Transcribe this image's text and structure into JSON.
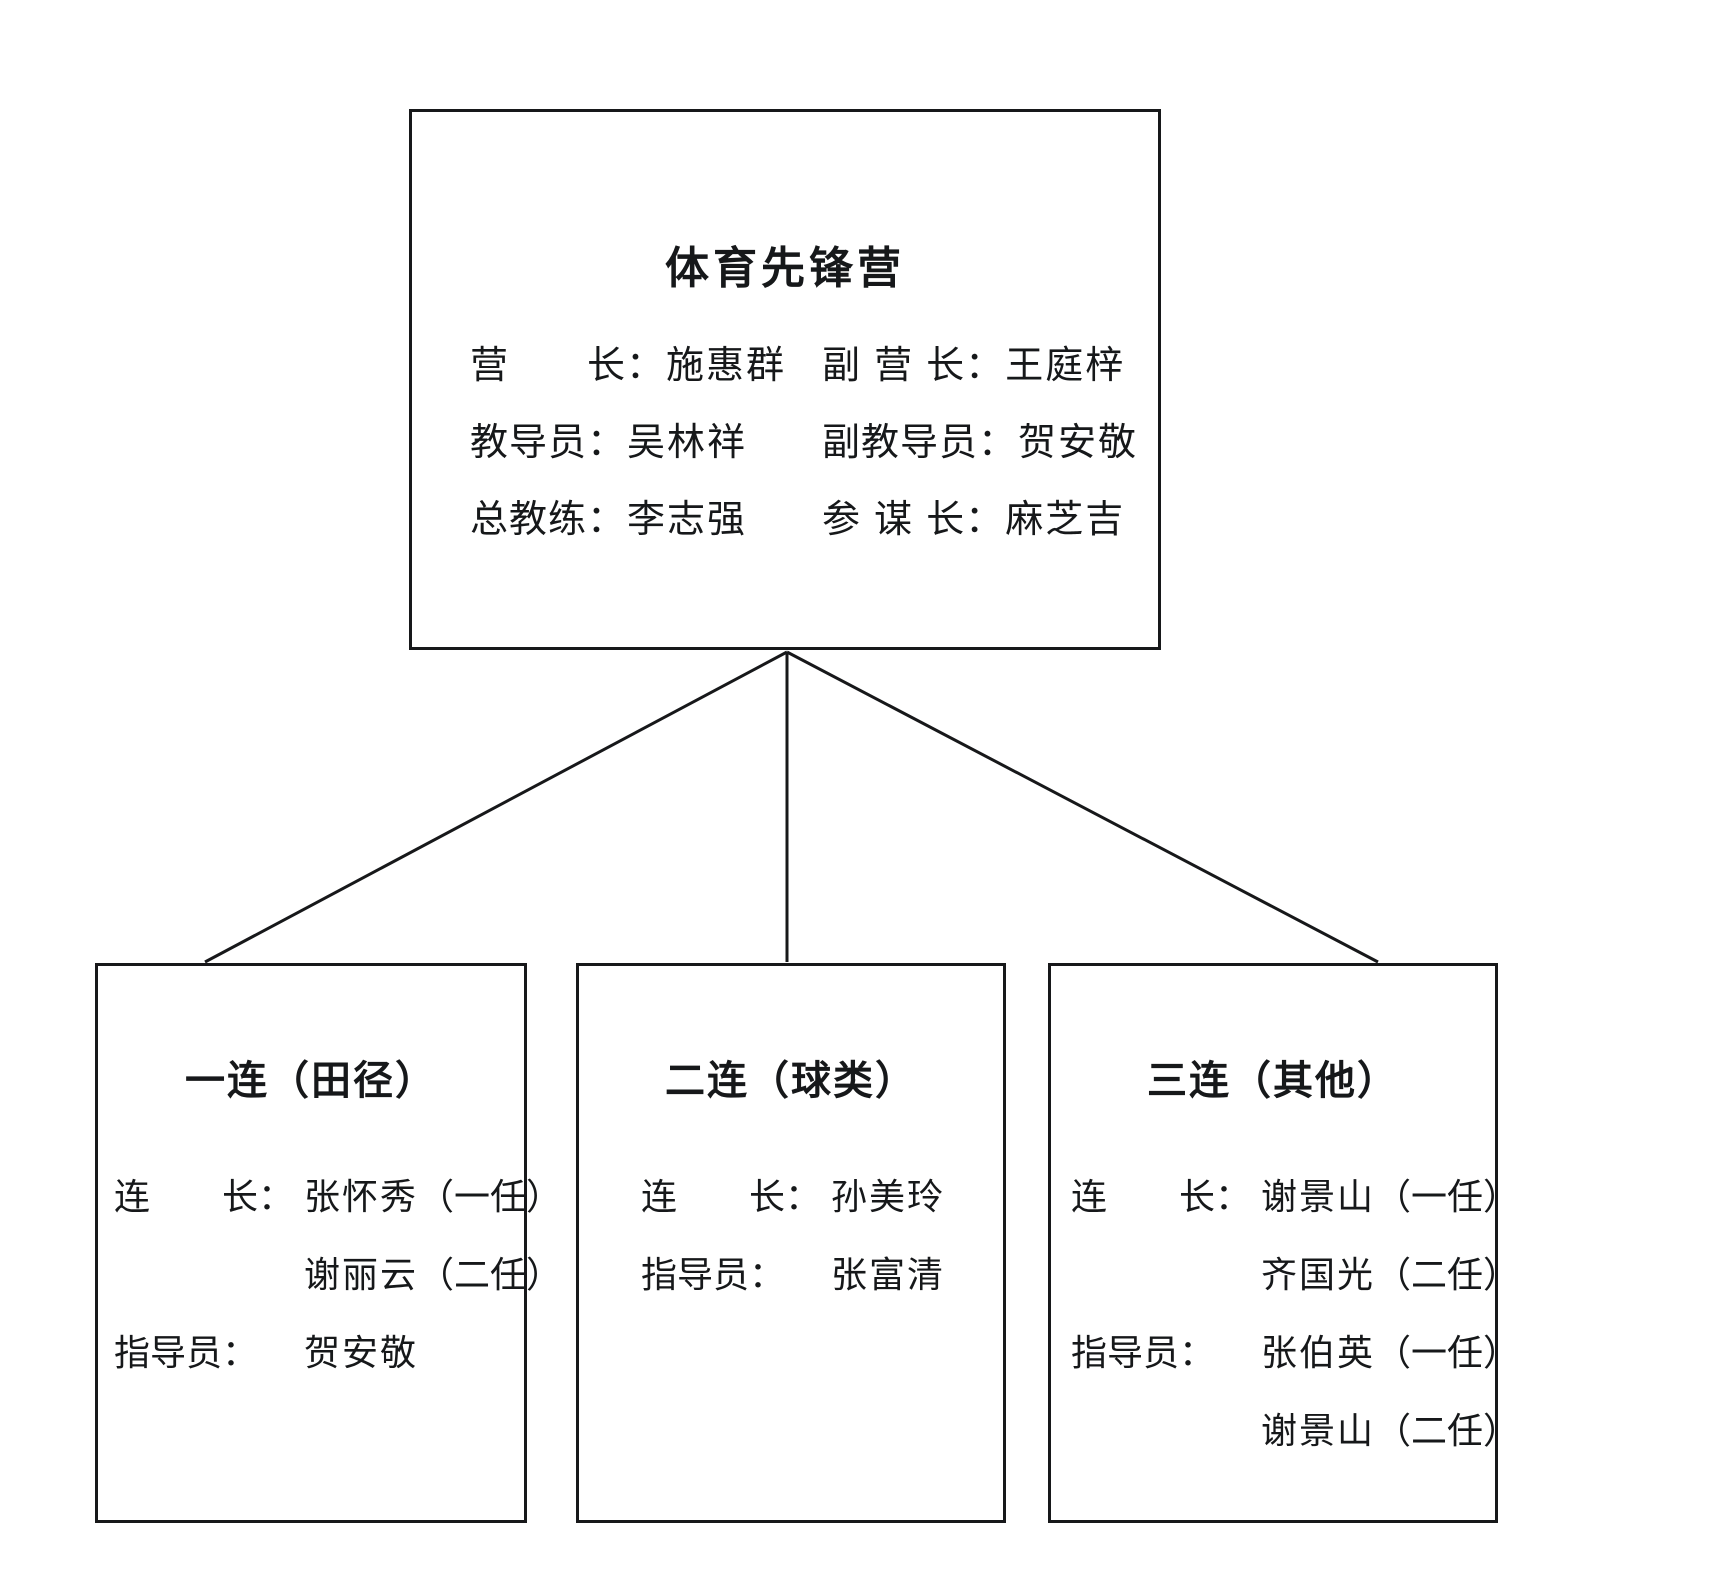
{
  "chart": {
    "type": "org-chart",
    "title": "体育先锋营组织结构图"
  },
  "root": {
    "title": "体育先锋营",
    "rows": [
      {
        "left": {
          "role": "营　　长",
          "colon": "：",
          "name": "施惠群"
        },
        "right": {
          "role": "副 营 长",
          "colon": "：",
          "name": "王庭梓"
        }
      },
      {
        "left": {
          "role": "教导员",
          "colon": "：",
          "name": "吴林祥"
        },
        "right": {
          "role": "副教导员",
          "colon": "：",
          "name": "贺安敬"
        }
      },
      {
        "left": {
          "role": "总教练",
          "colon": "：",
          "name": "李志强"
        },
        "right": {
          "role": "参 谋 长",
          "colon": "：",
          "name": "麻芝吉"
        }
      }
    ]
  },
  "companies": [
    {
      "id": "company-1",
      "title": "一连（田径）",
      "rows": [
        {
          "role": "连　　长",
          "colon": "：",
          "name": "张怀秀",
          "term": "（一任）"
        },
        {
          "role": "",
          "colon": "",
          "name": "谢丽云",
          "term": "（二任）"
        },
        {
          "role": "指导员",
          "colon": "：",
          "name": "贺安敬",
          "term": ""
        }
      ]
    },
    {
      "id": "company-2",
      "title": "二连（球类）",
      "rows": [
        {
          "role": "连　　长",
          "colon": "：",
          "name": "孙美玲",
          "term": ""
        },
        {
          "role": "指导员",
          "colon": "：",
          "name": "张富清",
          "term": ""
        }
      ]
    },
    {
      "id": "company-3",
      "title": "三连（其他）",
      "rows": [
        {
          "role": "连　　长",
          "colon": "：",
          "name": "谢景山",
          "term": "（一任）"
        },
        {
          "role": "",
          "colon": "",
          "name": "齐国光",
          "term": "（二任）"
        },
        {
          "role": "指导员",
          "colon": "：",
          "name": "张伯英",
          "term": "（一任）"
        },
        {
          "role": "",
          "colon": "",
          "name": "谢景山",
          "term": "（二任）"
        }
      ]
    }
  ],
  "colors": {
    "line": "#17181a",
    "text": "#16181a",
    "background": "#ffffff"
  }
}
